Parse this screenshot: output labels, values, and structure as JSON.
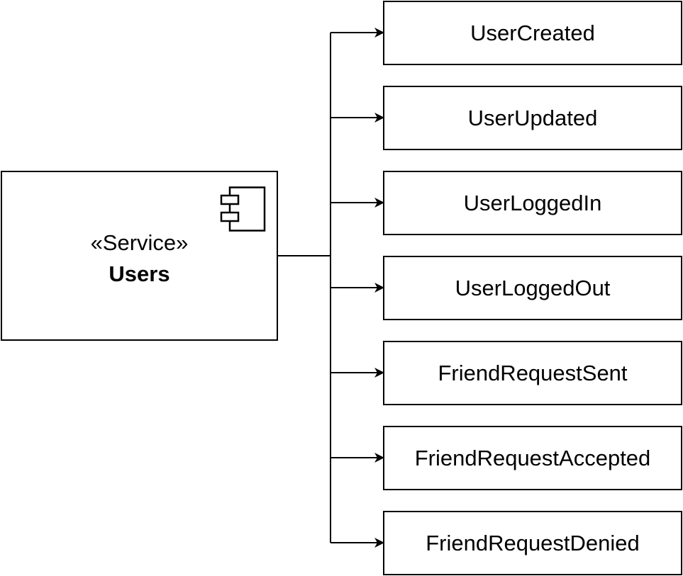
{
  "service": {
    "stereotype": "«Service»",
    "name": "Users",
    "icon": "component-icon"
  },
  "events": [
    {
      "label": "UserCreated"
    },
    {
      "label": "UserUpdated"
    },
    {
      "label": "UserLoggedIn"
    },
    {
      "label": "UserLoggedOut"
    },
    {
      "label": "FriendRequestSent"
    },
    {
      "label": "FriendRequestAccepted"
    },
    {
      "label": "FriendRequestDenied"
    }
  ],
  "colors": {
    "stroke": "#000000",
    "fill": "#ffffff"
  }
}
